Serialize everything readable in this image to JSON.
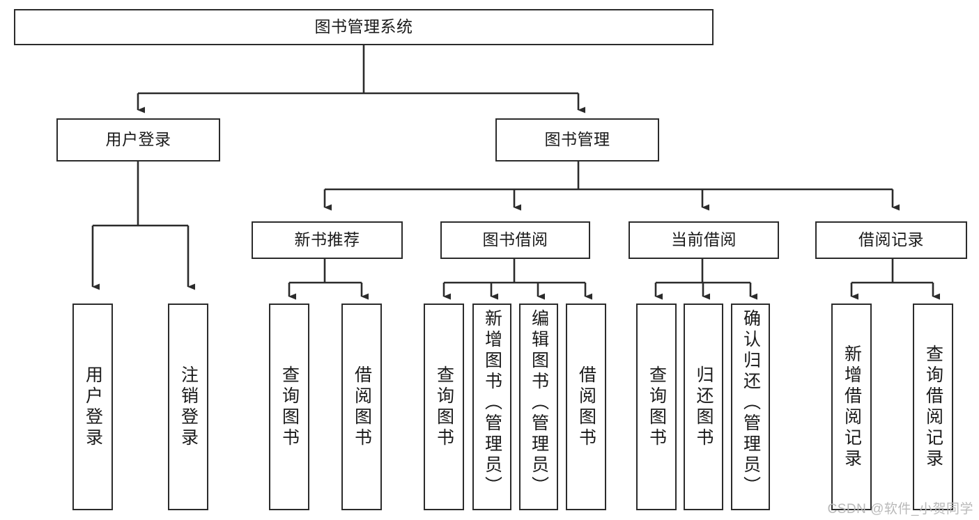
{
  "diagram": {
    "title": "图书管理系统",
    "type": "tree-hierarchy-diagram",
    "colors": {
      "box_border": "#2b2b2b",
      "box_fill": "#ffffff",
      "connector": "#2b2b2b",
      "text": "#1a1a1a",
      "watermark": "#b9b9b9",
      "background": "#ffffff"
    },
    "watermark": "CSDN @软件_小贺同学"
  },
  "nodes": {
    "root": {
      "label": "图书管理系统"
    },
    "level2": [
      {
        "id": "user-login",
        "label": "用户登录"
      },
      {
        "id": "book-management",
        "label": "图书管理"
      }
    ],
    "level3": [
      {
        "id": "new-book-recommend",
        "label": "新书推荐"
      },
      {
        "id": "book-borrow",
        "label": "图书借阅"
      },
      {
        "id": "current-borrow",
        "label": "当前借阅"
      },
      {
        "id": "borrow-record",
        "label": "借阅记录"
      }
    ],
    "leaves": {
      "user_login": [
        {
          "id": "leaf-user-login",
          "label": "用户登录"
        },
        {
          "id": "leaf-logout-login",
          "label": "注销登录"
        }
      ],
      "new_book_recommend": [
        {
          "id": "leaf-query-book-1",
          "label": "查询图书"
        },
        {
          "id": "leaf-borrow-book-1",
          "label": "借阅图书"
        }
      ],
      "book_borrow": [
        {
          "id": "leaf-query-book-2",
          "label": "查询图书"
        },
        {
          "id": "leaf-add-book",
          "label": "新增图书（管理员）"
        },
        {
          "id": "leaf-edit-book",
          "label": "编辑图书（管理员）"
        },
        {
          "id": "leaf-borrow-book-2",
          "label": "借阅图书"
        }
      ],
      "current_borrow": [
        {
          "id": "leaf-query-book-3",
          "label": "查询图书"
        },
        {
          "id": "leaf-return-book",
          "label": "归还图书"
        },
        {
          "id": "leaf-confirm-return",
          "label": "确认归还（管理员）"
        }
      ],
      "borrow_record": [
        {
          "id": "leaf-add-record",
          "label": "新增借阅记录"
        },
        {
          "id": "leaf-query-record",
          "label": "查询借阅记录"
        }
      ]
    }
  },
  "chart_data": {
    "type": "table",
    "title": "图书管理系统 功能结构图",
    "hierarchy": [
      {
        "level": 1,
        "label": "图书管理系统",
        "children": [
          {
            "level": 2,
            "label": "用户登录",
            "children": [
              {
                "level": 3,
                "label": "用户登录"
              },
              {
                "level": 3,
                "label": "注销登录"
              }
            ]
          },
          {
            "level": 2,
            "label": "图书管理",
            "children": [
              {
                "level": 3,
                "label": "新书推荐",
                "children": [
                  {
                    "level": 4,
                    "label": "查询图书"
                  },
                  {
                    "level": 4,
                    "label": "借阅图书"
                  }
                ]
              },
              {
                "level": 3,
                "label": "图书借阅",
                "children": [
                  {
                    "level": 4,
                    "label": "查询图书"
                  },
                  {
                    "level": 4,
                    "label": "新增图书（管理员）"
                  },
                  {
                    "level": 4,
                    "label": "编辑图书（管理员）"
                  },
                  {
                    "level": 4,
                    "label": "借阅图书"
                  }
                ]
              },
              {
                "level": 3,
                "label": "当前借阅",
                "children": [
                  {
                    "level": 4,
                    "label": "查询图书"
                  },
                  {
                    "level": 4,
                    "label": "归还图书"
                  },
                  {
                    "level": 4,
                    "label": "确认归还（管理员）"
                  }
                ]
              },
              {
                "level": 3,
                "label": "借阅记录",
                "children": [
                  {
                    "level": 4,
                    "label": "新增借阅记录"
                  },
                  {
                    "level": 4,
                    "label": "查询借阅记录"
                  }
                ]
              }
            ]
          }
        ]
      }
    ]
  }
}
